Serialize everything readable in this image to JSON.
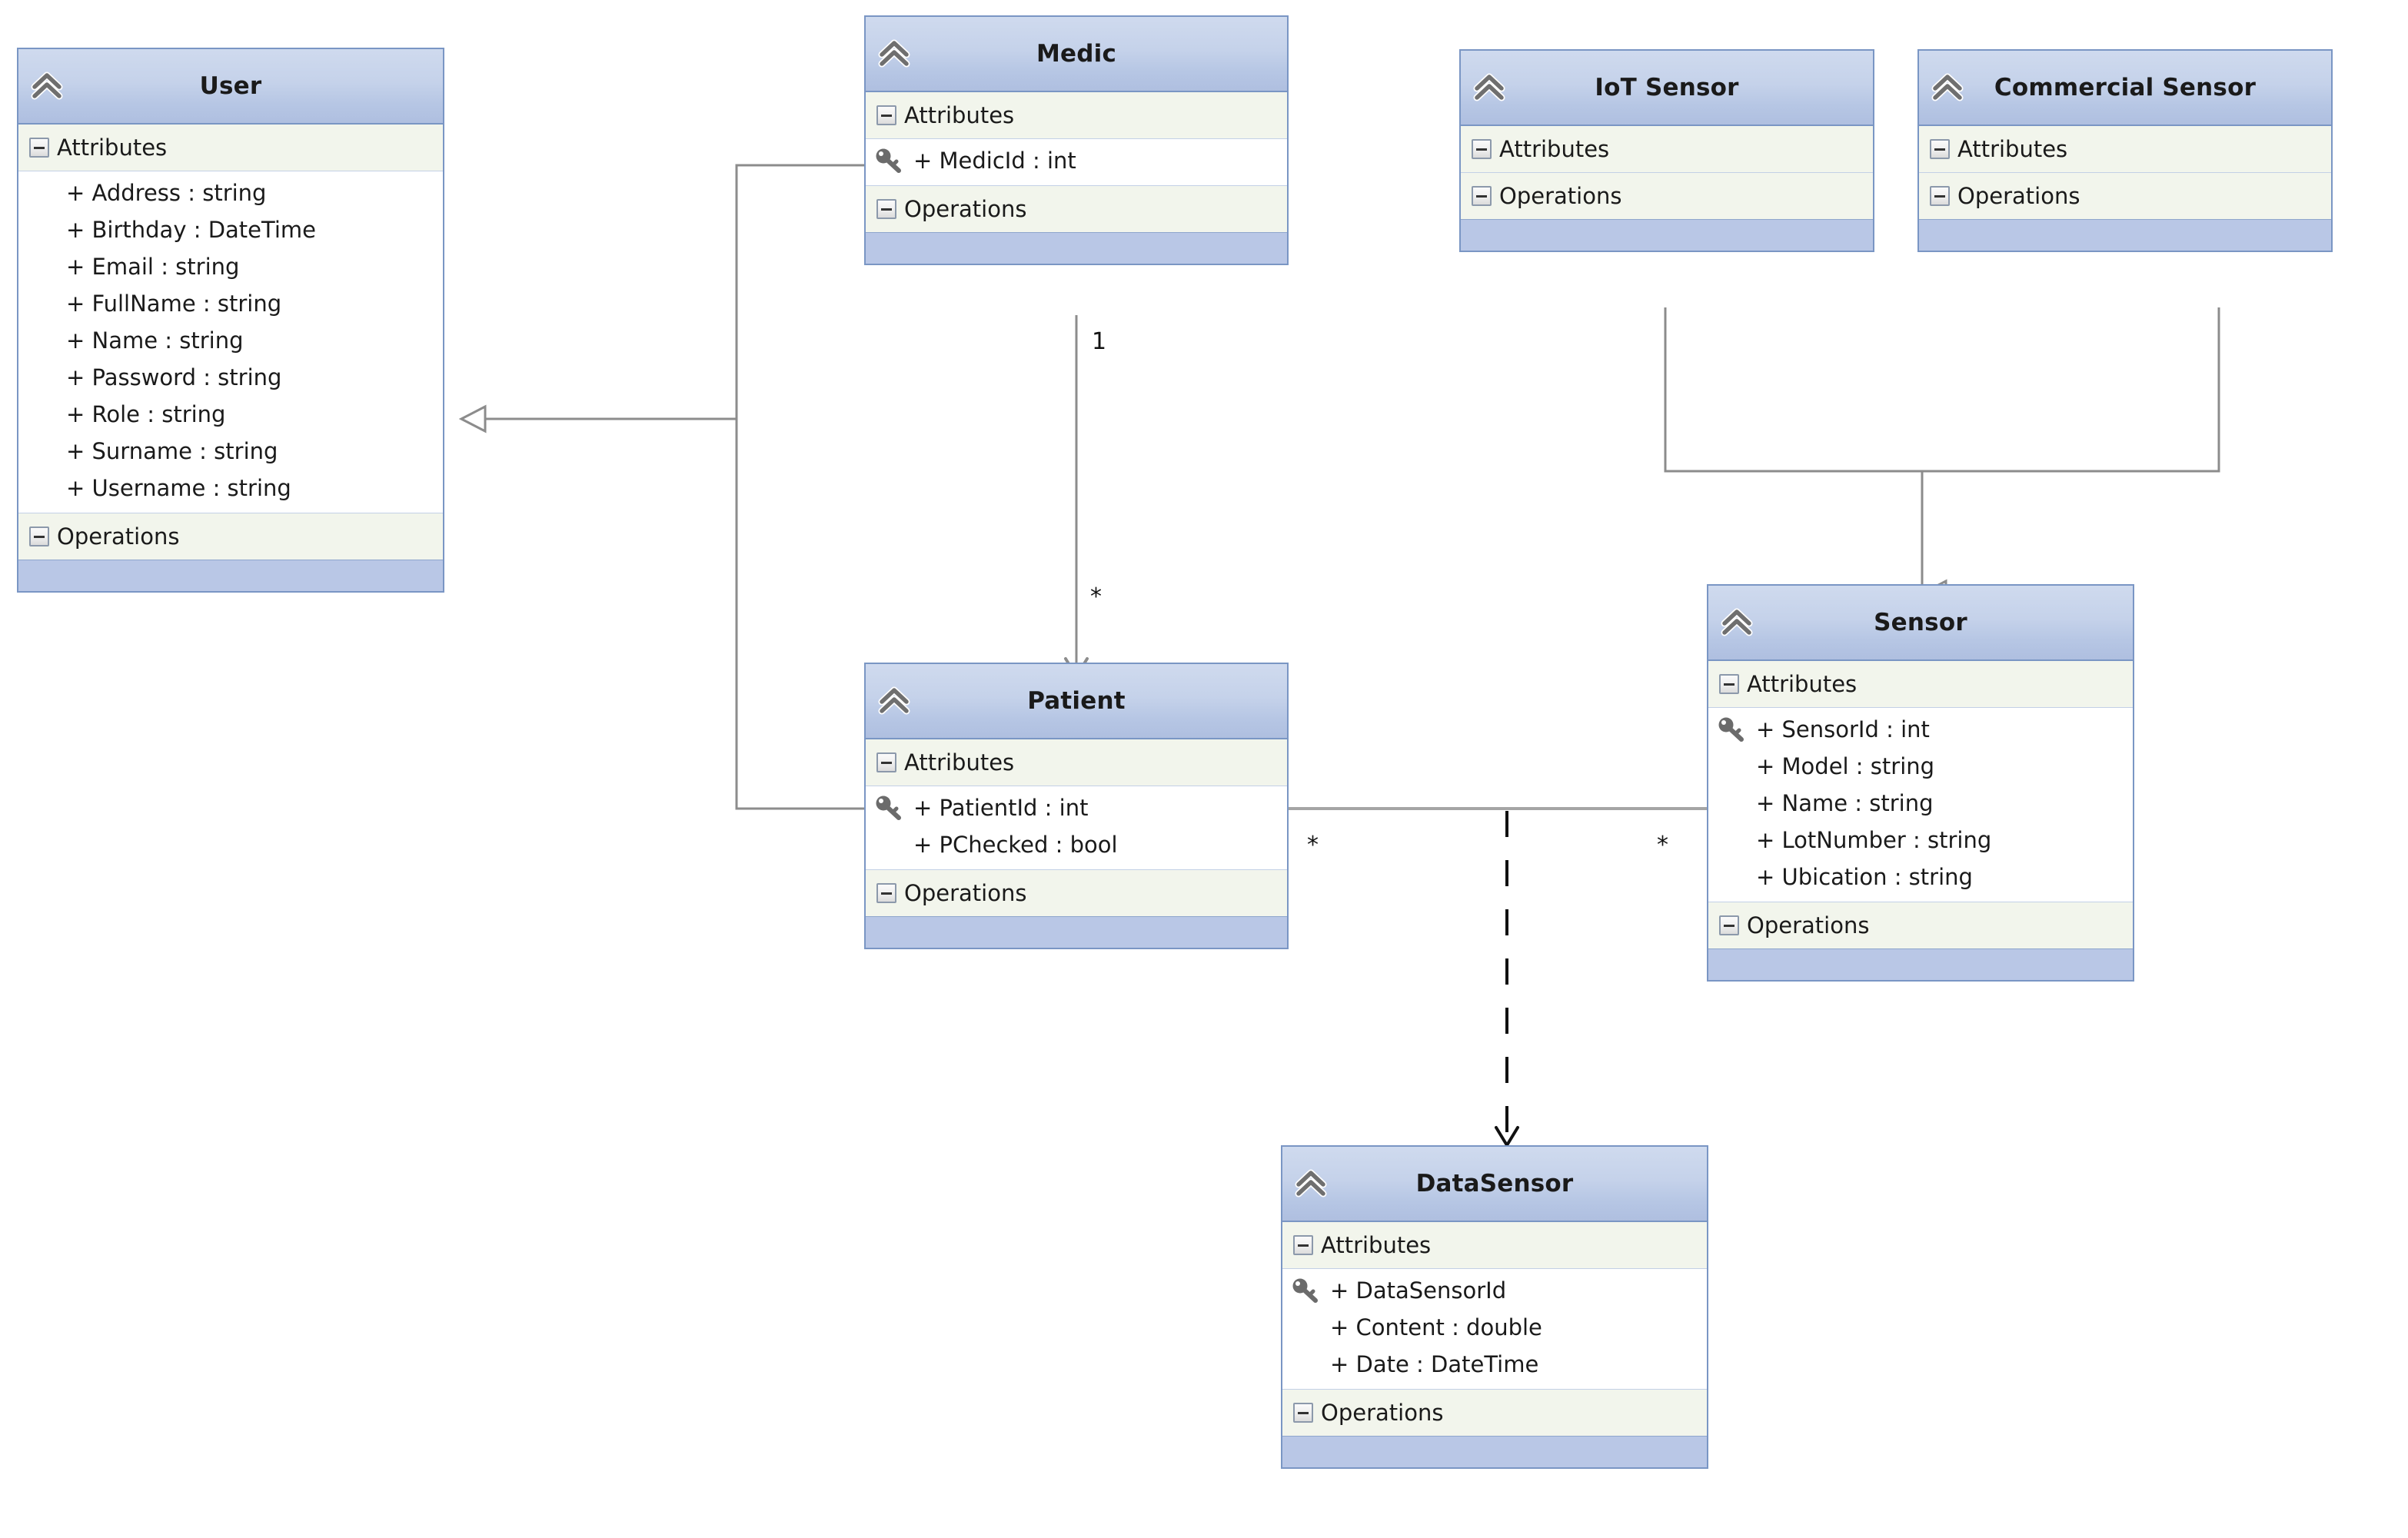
{
  "diagram": {
    "type": "uml-class-diagram",
    "title": "",
    "icons": {
      "class_stereotype": "double-chevron-icon",
      "primary_key": "key-icon",
      "collapse": "minus-box-icon"
    },
    "colors": {
      "class_border": "#7a96c4",
      "header_gradient_top": "#cfdaee",
      "header_gradient_bottom": "#afbfe0",
      "compartment_bg": "#f2f5ec",
      "member_bg": "#ffffff",
      "footer": "#b9c7e6",
      "connector_gray": "#8c8c8c",
      "connector_dashed": "#111111"
    }
  },
  "classes": [
    {
      "id": "user",
      "name": "User",
      "attributes_label": "Attributes",
      "operations_label": "Operations",
      "attributes": [
        {
          "text": "+ Address : string",
          "key": false
        },
        {
          "text": "+ Birthday : DateTime",
          "key": false
        },
        {
          "text": "+ Email : string",
          "key": false
        },
        {
          "text": "+ FullName : string",
          "key": false
        },
        {
          "text": "+ Name : string",
          "key": false
        },
        {
          "text": "+ Password : string",
          "key": false
        },
        {
          "text": "+ Role : string",
          "key": false
        },
        {
          "text": "+ Surname : string",
          "key": false
        },
        {
          "text": "+ Username : string",
          "key": false
        }
      ],
      "operations": []
    },
    {
      "id": "medic",
      "name": "Medic",
      "attributes_label": "Attributes",
      "operations_label": "Operations",
      "attributes": [
        {
          "text": "+ MedicId : int",
          "key": true
        }
      ],
      "operations": []
    },
    {
      "id": "iot-sensor",
      "name": "IoT Sensor",
      "attributes_label": "Attributes",
      "operations_label": "Operations",
      "attributes": [],
      "operations": []
    },
    {
      "id": "commercial-sensor",
      "name": "Commercial Sensor",
      "attributes_label": "Attributes",
      "operations_label": "Operations",
      "attributes": [],
      "operations": []
    },
    {
      "id": "patient",
      "name": "Patient",
      "attributes_label": "Attributes",
      "operations_label": "Operations",
      "attributes": [
        {
          "text": "+ PatientId : int",
          "key": true
        },
        {
          "text": "+ PChecked : bool",
          "key": false
        }
      ],
      "operations": []
    },
    {
      "id": "sensor",
      "name": "Sensor",
      "attributes_label": "Attributes",
      "operations_label": "Operations",
      "attributes": [
        {
          "text": "+ SensorId : int",
          "key": true
        },
        {
          "text": "+ Model : string",
          "key": false
        },
        {
          "text": "+ Name : string",
          "key": false
        },
        {
          "text": "+ LotNumber : string",
          "key": false
        },
        {
          "text": "+ Ubication : string",
          "key": false
        }
      ],
      "operations": []
    },
    {
      "id": "datasensor",
      "name": "DataSensor",
      "attributes_label": "Attributes",
      "operations_label": "Operations",
      "attributes": [
        {
          "text": "+ DataSensorId",
          "key": true
        },
        {
          "text": "+ Content : double",
          "key": false
        },
        {
          "text": "+ Date : DateTime",
          "key": false
        }
      ],
      "operations": []
    }
  ],
  "relationships": [
    {
      "id": "medic-generalizes-user",
      "kind": "generalization",
      "from": "Medic",
      "to": "User",
      "arrowhead": "hollow-triangle",
      "line": "solid"
    },
    {
      "id": "patient-generalizes-user",
      "kind": "generalization",
      "from": "Patient",
      "to": "User",
      "arrowhead": "hollow-triangle",
      "line": "solid"
    },
    {
      "id": "medic-patient",
      "kind": "association",
      "from": "Medic",
      "to": "Patient",
      "arrowhead": "open-arrow",
      "line": "solid",
      "source_multiplicity": "1",
      "target_multiplicity": "*"
    },
    {
      "id": "iot-generalizes-sensor",
      "kind": "generalization",
      "from": "IoT Sensor",
      "to": "Sensor",
      "arrowhead": "hollow-triangle",
      "line": "solid"
    },
    {
      "id": "commercial-generalizes-sensor",
      "kind": "generalization",
      "from": "Commercial Sensor",
      "to": "Sensor",
      "arrowhead": "hollow-triangle",
      "line": "solid"
    },
    {
      "id": "patient-sensor",
      "kind": "association",
      "from": "Patient",
      "to": "Sensor",
      "arrowhead": "none",
      "line": "solid",
      "source_multiplicity": "*",
      "target_multiplicity": "*"
    },
    {
      "id": "association-class-datasensor",
      "kind": "association-class-link",
      "from": "patient-sensor",
      "to": "DataSensor",
      "arrowhead": "open-arrow",
      "line": "dashed"
    }
  ],
  "multiplicity_labels": [
    {
      "id": "medic-end",
      "text": "1"
    },
    {
      "id": "patient-end",
      "text": "*"
    },
    {
      "id": "patient-sensor-left",
      "text": "*"
    },
    {
      "id": "patient-sensor-right",
      "text": "*"
    }
  ]
}
